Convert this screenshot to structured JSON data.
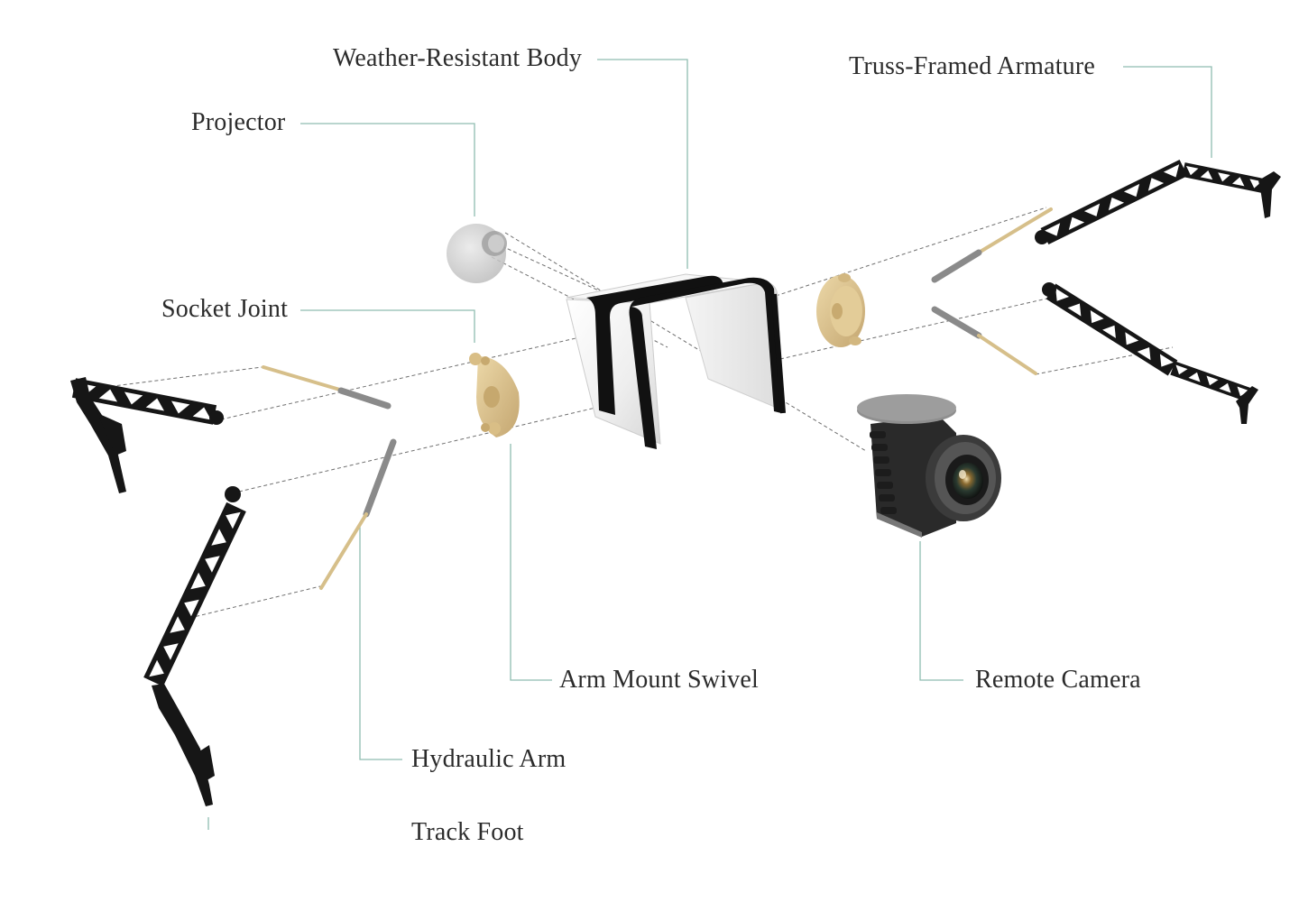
{
  "labels": {
    "weather_resistant_body": "Weather-Resistant Body",
    "truss_framed_armature": "Truss-Framed Armature",
    "projector": "Projector",
    "socket_joint": "Socket Joint",
    "arm_mount_swivel": "Arm Mount Swivel",
    "remote_camera": "Remote Camera",
    "hydraulic_arm": "Hydraulic Arm",
    "track_foot": "Track Foot"
  },
  "colors": {
    "leader_line": "#8fbcb0",
    "truss": "#161616",
    "brass": "#d8c08a",
    "rod_grey": "#8a8a8a",
    "body_white": "#f2f2f2",
    "body_band": "#111111",
    "camera_dark": "#2c2c2c"
  }
}
